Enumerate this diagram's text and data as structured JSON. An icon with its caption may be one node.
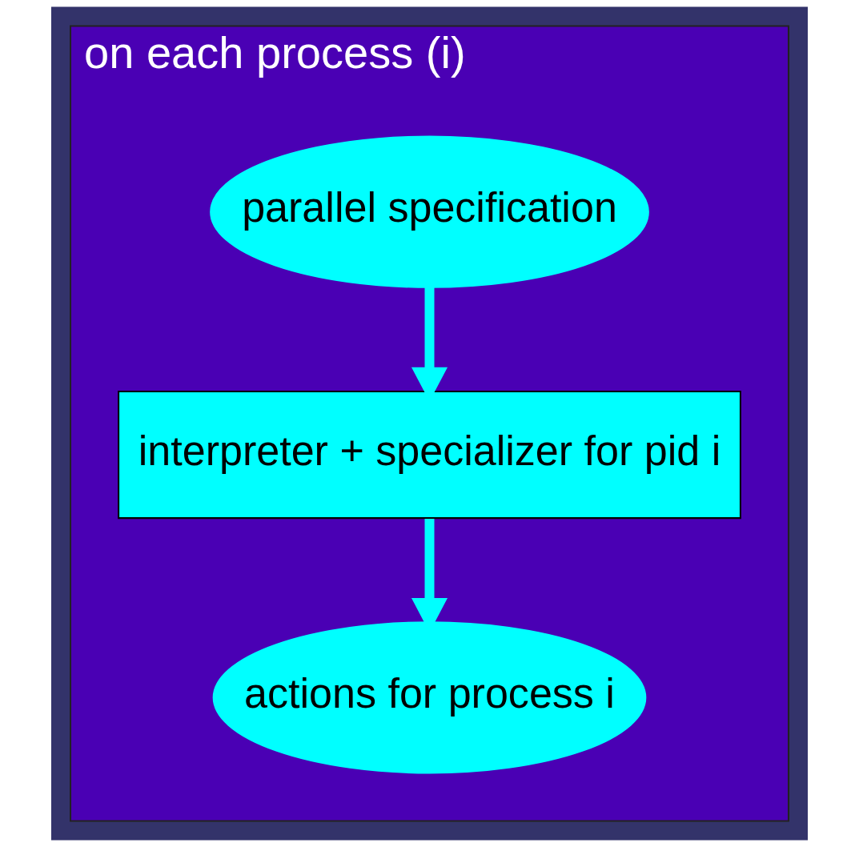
{
  "diagram": {
    "nodes": [
      {
        "text": [
          "on each process (i)"
        ]
      },
      {
        "text": [
          "parallel specification"
        ],
        "in": 0
      },
      {
        "text": [
          "interpreter + specializer for pid i"
        ],
        "in": 0
      },
      {
        "text": [
          "actions for process i"
        ],
        "in": 0
      }
    ],
    "edges": [
      {
        "from": 1,
        "to": 2,
        "arrow": "to"
      },
      {
        "from": 2,
        "to": 3,
        "arrow": "to"
      }
    ]
  }
}
